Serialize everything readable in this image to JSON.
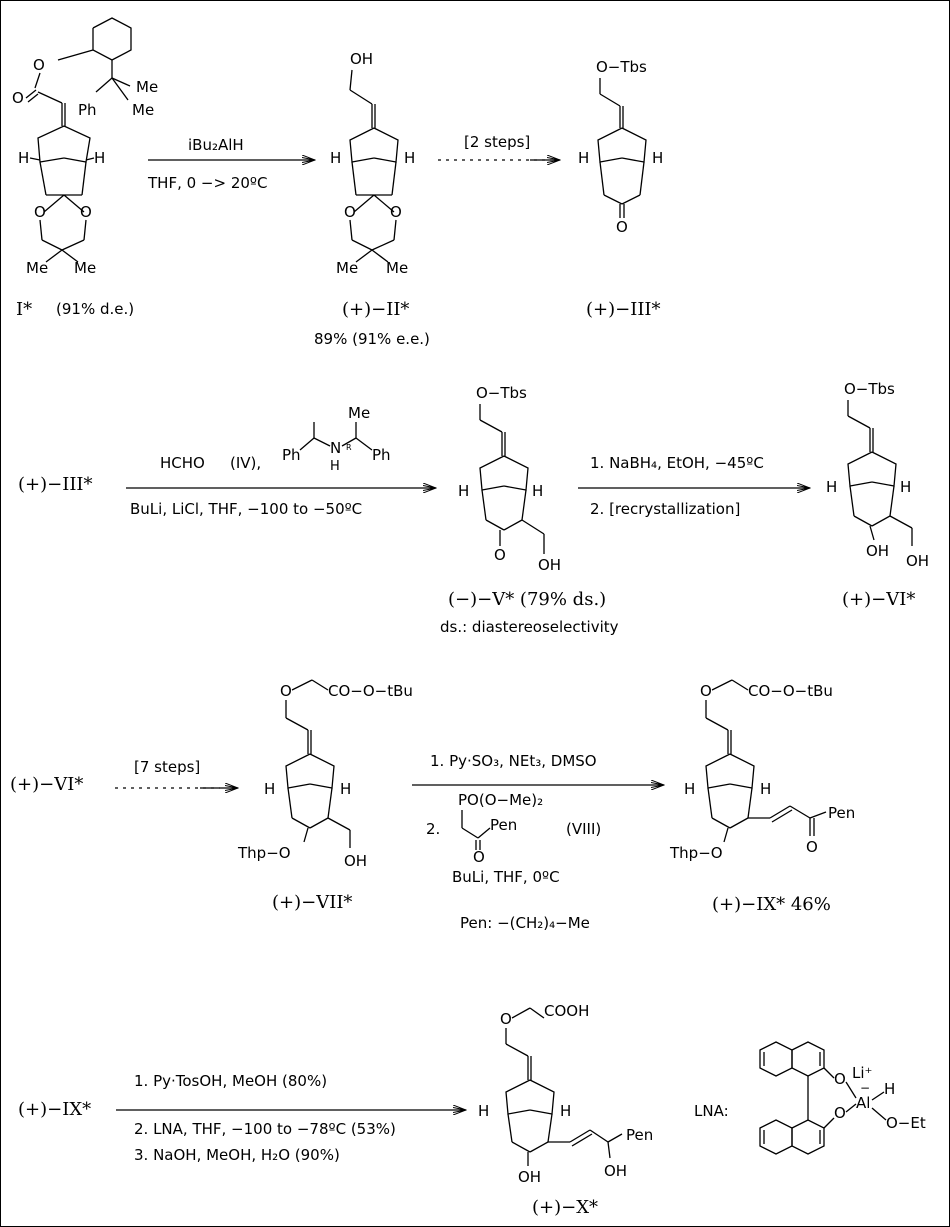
{
  "labels": {
    "I": "I*",
    "I_note": "(91% d.e.)",
    "II": "(+)−II*",
    "II_yield": "89% (91% e.e.)",
    "III": "(+)−III*",
    "III_start": "(+)−III*",
    "V": "(−)−V* (79% ds.)",
    "V_note": "ds.: diastereoselectivity",
    "VI": "(+)−VI*",
    "VI_start": "(+)−VI*",
    "VII": "(+)−VII*",
    "IX": "(+)−IX* 46%",
    "IX_start": "(+)−IX*",
    "X": "(+)−X*",
    "LNA_label": "LNA:"
  },
  "reagents": {
    "r1_top": "iBu₂AlH",
    "r1_bottom": "THF,  0 −> 20ºC",
    "r2_top": "[2 steps]",
    "r3_top_a": "HCHO",
    "r3_top_b": "(IV),",
    "r3_bottom": "BuLi, LiCl,  THF,  −100 to −50ºC",
    "r4_top": "1. NaBH₄,  EtOH,  −45ºC",
    "r4_bottom": "2. [recrystallization]",
    "r5_top": "[7 steps]",
    "r6_line1": "1. Py·SO₃,  NEt₃,  DMSO",
    "r6_line2_num": "2.",
    "r6_reagent_top": "PO(O−Me)₂",
    "r6_reagent_pen": "Pen",
    "r6_reagent_O": "O",
    "r6_reagent_tag": "(VIII)",
    "r6_line3": "BuLi,  THF,  0ºC",
    "r6_pen_def": "Pen: −(CH₂)₄−Me",
    "r7_line1": "1. Py·TosOH,  MeOH   (80%)",
    "r7_line2": "2. LNA,  THF,  −100 to −78ºC  (53%)",
    "r7_line3": "3. NaOH,  MeOH,  H₂O   (90%)"
  },
  "atoms": {
    "O": "O",
    "OH": "OH",
    "H": "H",
    "Me": "Me",
    "Ph": "Ph",
    "N": "N",
    "R": "R",
    "OTbs": "O−Tbs",
    "ester": "CO−O−tBu",
    "Thp": "Thp−O",
    "Pen": "Pen",
    "COOH": "COOH",
    "Li": "Li⁺",
    "Al": "Al",
    "OEt": "O−Et"
  }
}
